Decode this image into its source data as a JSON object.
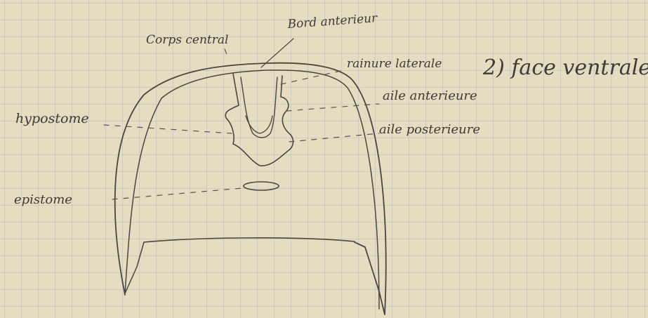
{
  "title": "2) face ventrale",
  "labels": {
    "bord_anterieur": "Bord anterieur",
    "corps_central": "Corps central",
    "rainure_laterale": "rainure laterale",
    "aile_anterieure": "aile anterieure",
    "aile_posterieure": "aile posterieure",
    "hypostome": "hypostome",
    "epistome": "epistome"
  },
  "colors": {
    "paper": "#e6dcc2",
    "grid": "#8ca0af",
    "ink": "#4a4640"
  }
}
